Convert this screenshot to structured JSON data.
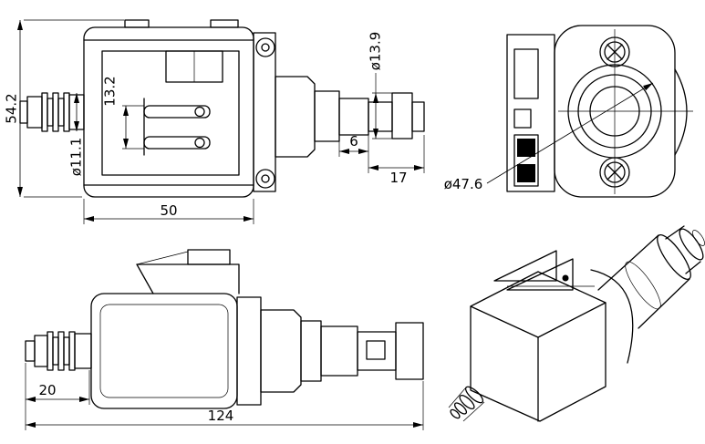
{
  "drawing": {
    "colors": {
      "background": "#ffffff",
      "line": "#000000"
    },
    "dimensions": {
      "overall_height": "54.2",
      "inlet_ribs_diameter": "ø11.1",
      "terminal_pins_span": "13.2",
      "outlet_collar_diameter": "ø13.9",
      "neck_length": "6",
      "outlet_length": "17",
      "body_width": "50",
      "flange_diameter": "ø47.6",
      "inlet_length": "20",
      "overall_length": "124"
    }
  }
}
